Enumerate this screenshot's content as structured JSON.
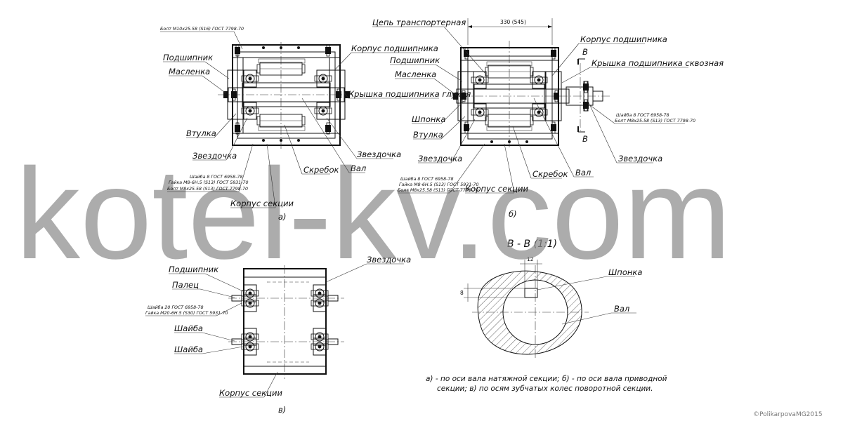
{
  "view_a": {
    "label": "а)",
    "callouts": {
      "bolt_top": "Болт М10х25.58 (S16) ГОСТ 7798-70",
      "bearing": "Подшипник",
      "oiler": "Масленка",
      "bushing": "Втулка",
      "sprocket_left": "Звездочка",
      "bearing_housing": "Корпус подшипника",
      "blind_cover": "Крышка подшипника глухая",
      "sprocket_right": "Звездочка",
      "shaft": "Вал",
      "scraper": "Скребок",
      "section_body": "Корпус секции",
      "fastener_1": "Шайба 8 ГОСТ 6958-78",
      "fastener_2": "Гайка М8-6Н.5 (S13) ГОСТ 5931-70",
      "fastener_3": "Болт М8х25.58 (S13) ГОСТ 7798-70"
    }
  },
  "view_b": {
    "label": "б)",
    "dimension": "330 (545)",
    "section_mark": "В",
    "callouts": {
      "chain": "Цепь транспортерная",
      "bearing_housing": "Корпус подшипника",
      "through_cover": "Крышка подшипника сквозная",
      "bearing": "Подшипник",
      "oiler": "Масленка",
      "key": "Шпонка",
      "bushing": "Втулка",
      "sprocket_left": "Звездочка",
      "scraper": "Скребок",
      "shaft": "Вал",
      "section_body": "Корпус секции",
      "sprocket_right": "Звездочка",
      "right_fastener_1": "Шайба 8 ГОСТ 6958-78",
      "right_fastener_2": "Болт М8х25.58 (S13) ГОСТ 7798-70",
      "fastener_1": "Шайба 8 ГОСТ 6958-78",
      "fastener_2": "Гайка М8-6Н.5 (S13) ГОСТ 5931-70",
      "fastener_3": "Болт М8х25.58 (S13) ГОСТ 7798-70"
    }
  },
  "view_c": {
    "label": "в)",
    "callouts": {
      "bearing": "Подшипник",
      "pin": "Палец",
      "washer_1": "Шайба",
      "washer_2": "Шайба",
      "sprocket": "Звездочка",
      "section_body": "Корпус секции",
      "fastener_1": "Шайба 20 ГОСТ 6958-78",
      "fastener_2": "Гайка М20-6Н.5 (S30) ГОСТ 5931-70"
    }
  },
  "section_vv": {
    "title": "В - В (1:1)",
    "dim_width": "12",
    "dim_height": "8",
    "key": "Шпонка",
    "shaft": "Вал"
  },
  "caption": {
    "line1": "а) - по оси вала натяжной секции; б) - по оси вала приводной",
    "line2": "секции; в) по осям зубчатых колес поворотной секции."
  },
  "watermark": "kotel-kv.com",
  "copyright": "©PolikarpovaMG2015"
}
